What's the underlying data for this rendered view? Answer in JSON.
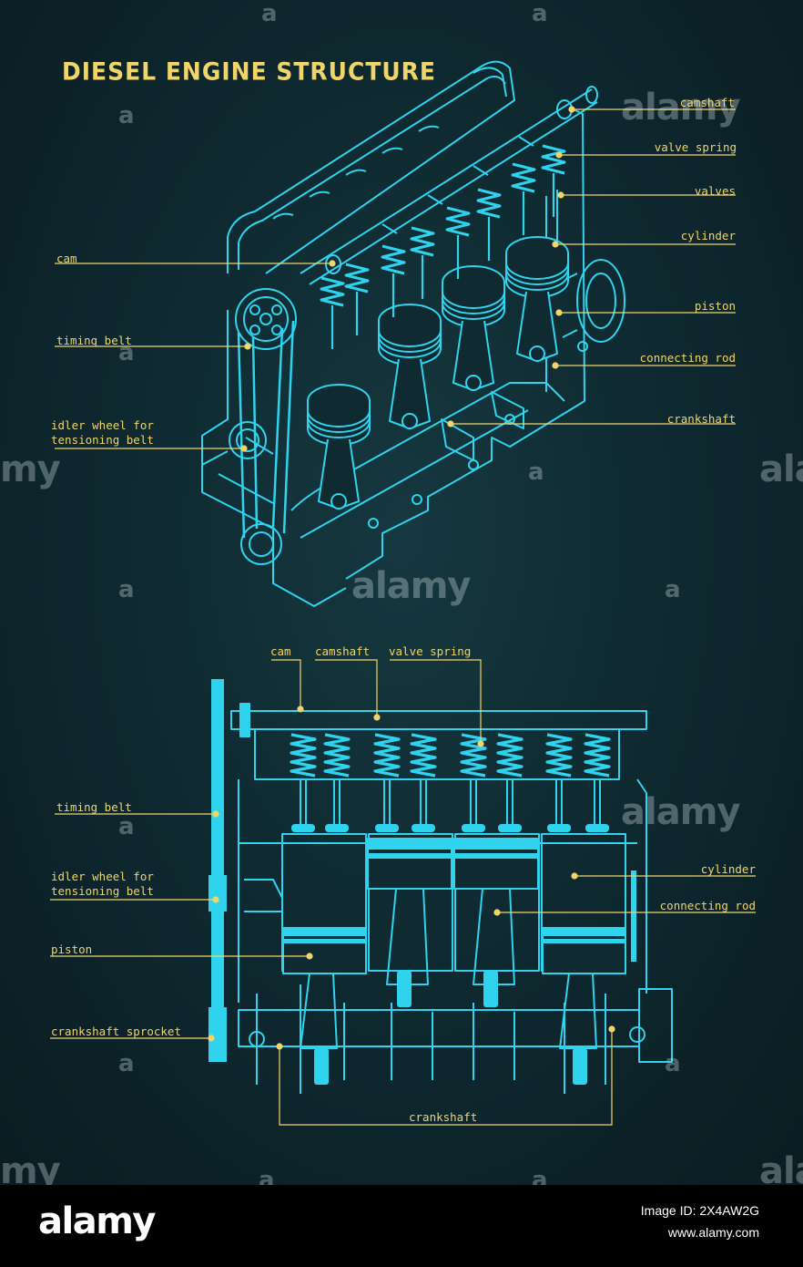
{
  "title": "DIESEL ENGINE STRUCTURE",
  "colors": {
    "background": "#0f2a31",
    "line": "#2fd3ee",
    "label": "#f0d56a"
  },
  "isometric_view": {
    "labels_right": [
      "camshaft",
      "valve spring",
      "valves",
      "cylinder",
      "piston",
      "connecting rod",
      "crankshaft"
    ],
    "labels_left": [
      "cam",
      "timing belt",
      "idler wheel for\ntensioning belt"
    ]
  },
  "front_view": {
    "labels_top": [
      "cam",
      "camshaft",
      "valve spring"
    ],
    "labels_left": [
      "timing belt",
      "idler wheel for\ntensioning belt",
      "piston",
      "crankshaft sprocket"
    ],
    "labels_right": [
      "cylinder",
      "connecting rod"
    ],
    "label_bottom": "crankshaft"
  },
  "watermark": {
    "text": "alamy",
    "side_left": "my",
    "side_right": "ala"
  },
  "footer": {
    "logo": "alamy",
    "image_id": "Image ID: 2X4AW2G",
    "url": "www.alamy.com"
  }
}
